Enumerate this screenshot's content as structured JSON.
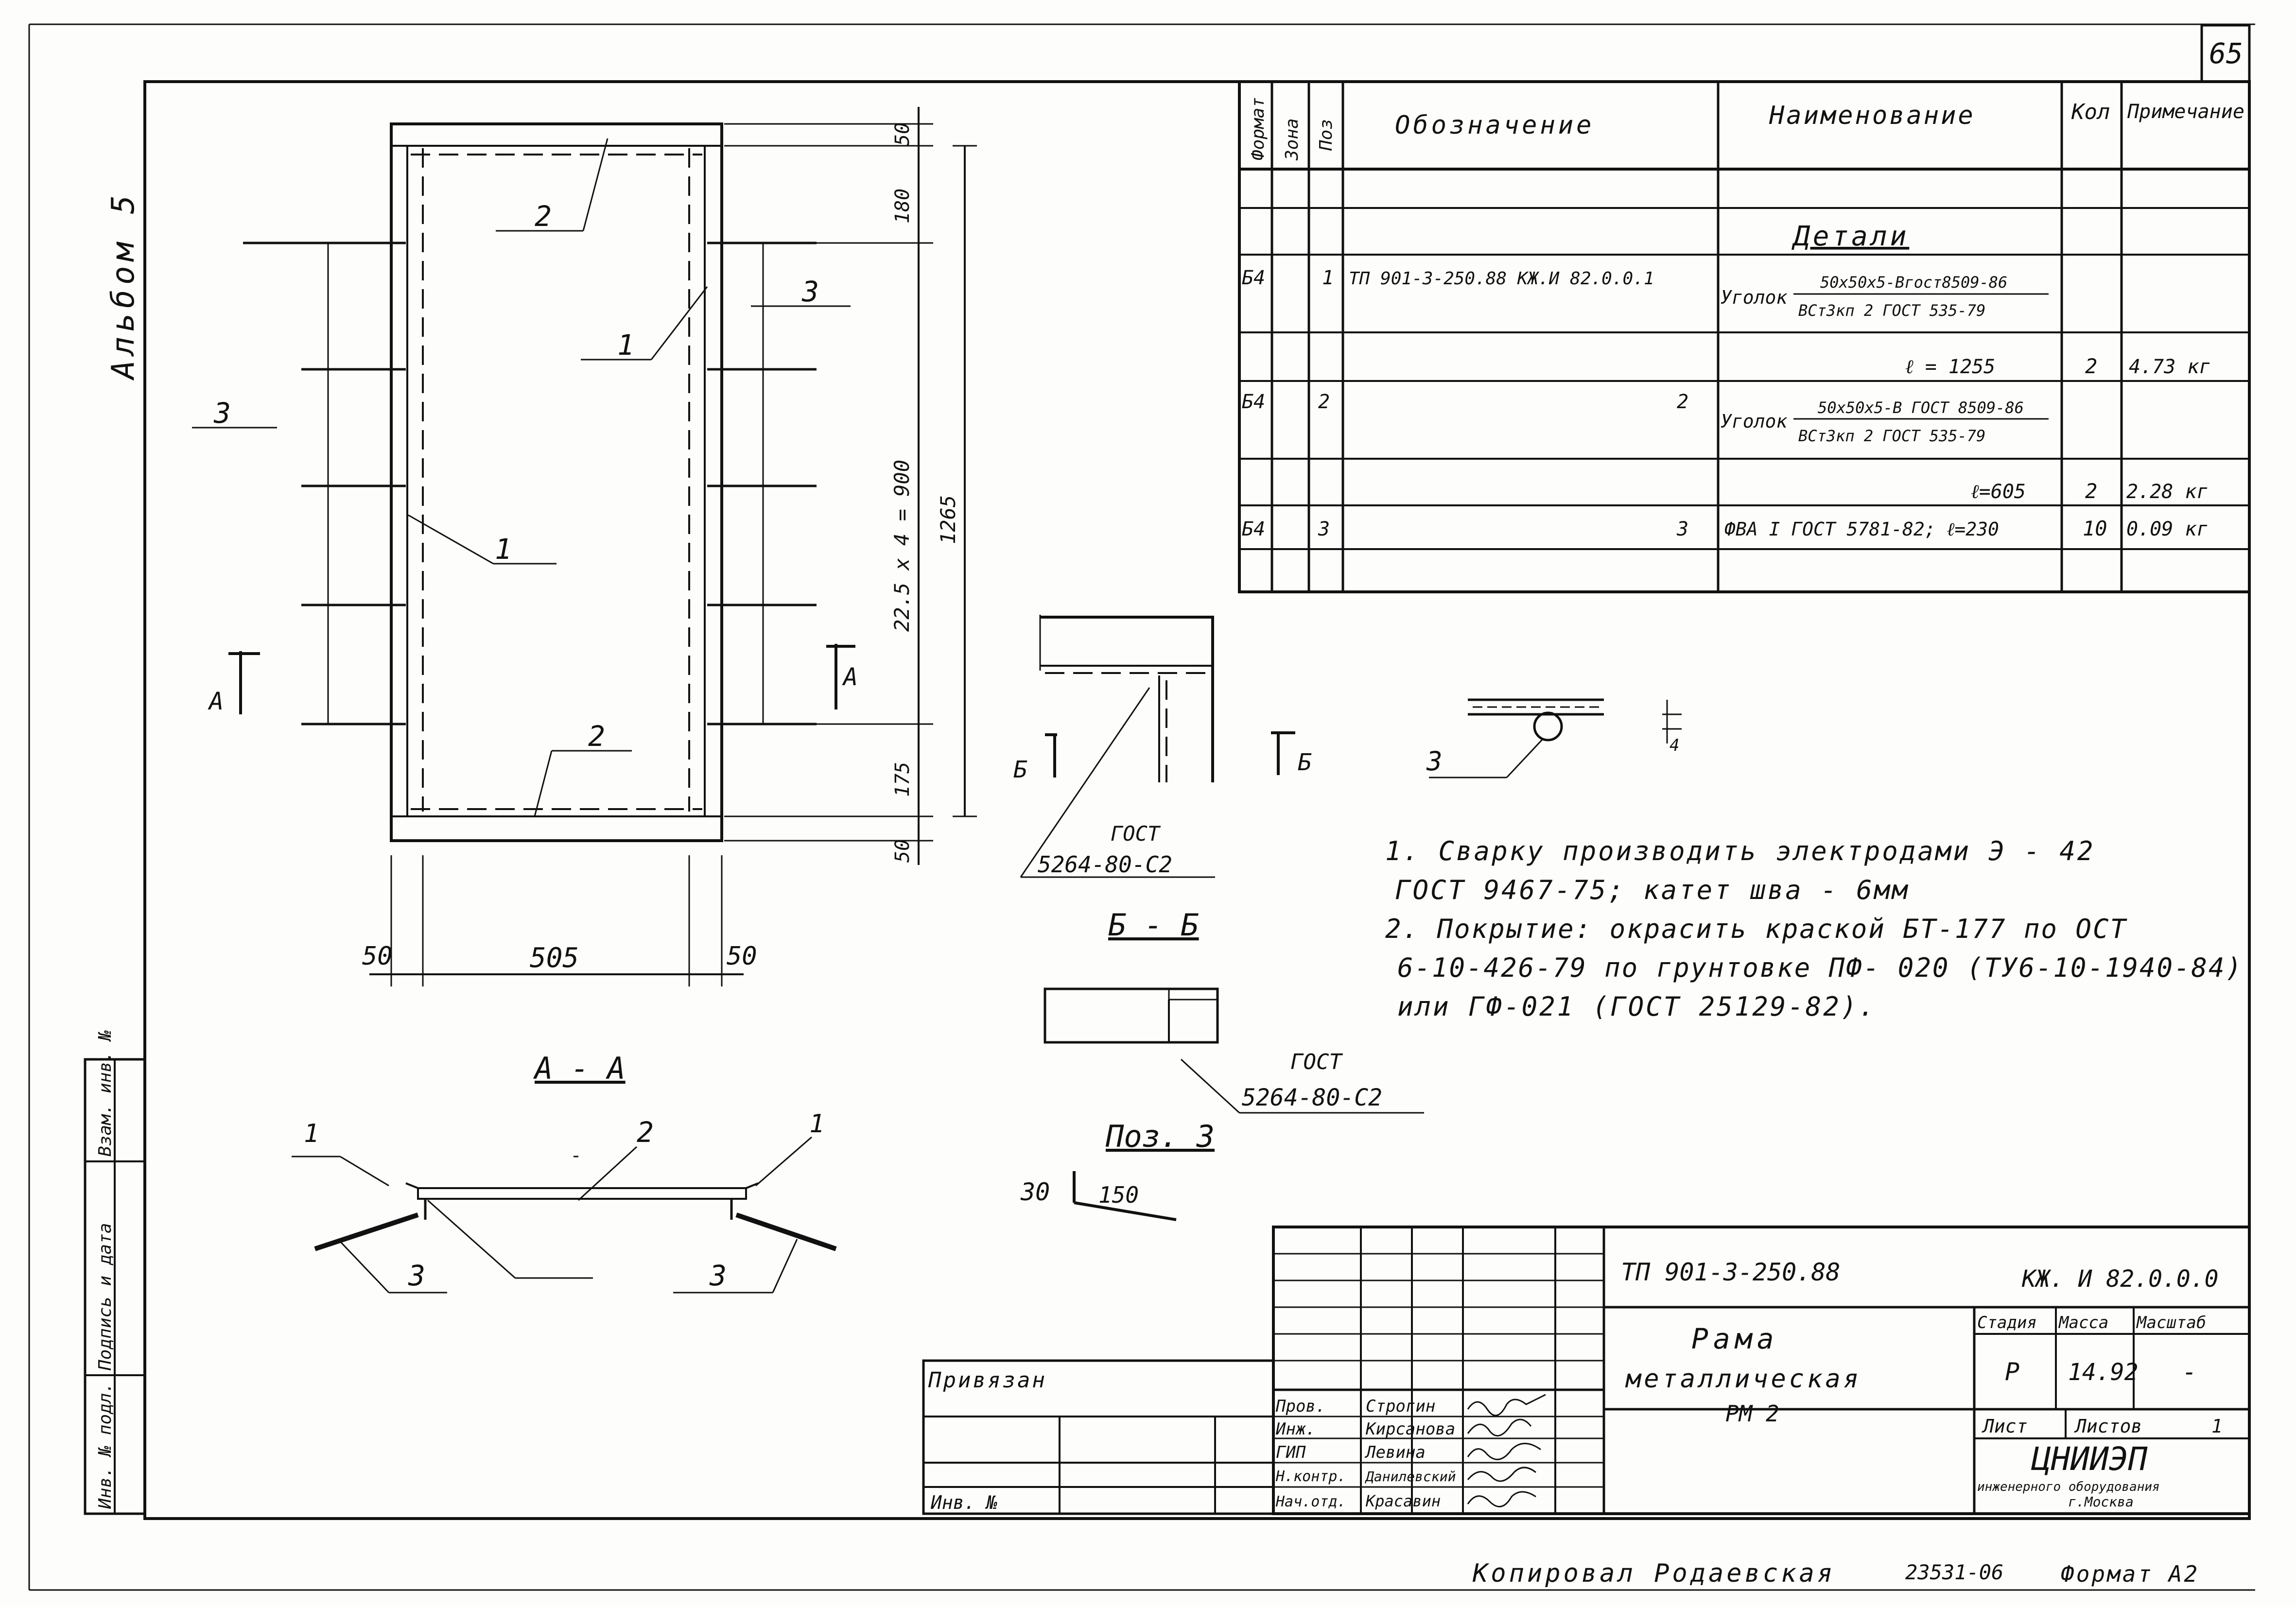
{
  "page_number": "65",
  "album": "Альбом 5",
  "spec_table": {
    "headers": {
      "format": "Формат",
      "zone": "Зона",
      "pos": "Поз",
      "designation": "Обозначение",
      "name": "Наименование",
      "qty": "Кол",
      "note": "Примечание"
    },
    "section_title": "Детали",
    "rows": [
      {
        "format": "Б4",
        "pos": "1",
        "designation": "ТП 901-3-250.88 КЖ.И 82.0.0.1",
        "name_prefix": "Уголок",
        "name_top": "50х50х5-Вгост8509-86",
        "name_bottom": "ВСт3кп 2 ГОСТ 535-79",
        "length": "ℓ = 1255",
        "qty": "2",
        "note": "4.73 кг"
      },
      {
        "format": "Б4",
        "pos": "2",
        "designation": "2",
        "name_prefix": "Уголок",
        "name_top": "50х50х5-В ГОСТ 8509-86",
        "name_bottom": "ВСт3кп 2 ГОСТ 535-79",
        "length": "ℓ=605",
        "qty": "2",
        "note": "2.28 кг"
      },
      {
        "format": "Б4",
        "pos": "3",
        "designation": "3",
        "name": "ФВА I ГОСТ 5781-82; ℓ=230",
        "qty": "10",
        "note": "0.09 кг"
      }
    ]
  },
  "drawing": {
    "dims_right": [
      "50",
      "180",
      "22.5 х 4 = 900",
      "1265",
      "175",
      "50"
    ],
    "dims_bottom": [
      "50",
      "505",
      "50"
    ],
    "callouts": [
      "1",
      "2",
      "3",
      "2",
      "1",
      "3",
      "2"
    ],
    "section_marks": {
      "a_left": "А",
      "a_right": "А",
      "b_left": "Б",
      "b_right": "Б"
    },
    "section_aa": "А - А",
    "section_bb": "Б - Б",
    "poz3": "Поз. 3",
    "poz3_dims": {
      "a": "30",
      "b": "150"
    },
    "gost_weld_1": {
      "line1": "ГОСТ",
      "line2": "5264-80-С2"
    },
    "gost_weld_2": {
      "line1": "ГОСТ",
      "line2": "5264-80-С2"
    },
    "aa_callouts": [
      "1",
      "2",
      "1",
      "3",
      "3"
    ],
    "weld_mark": "3",
    "weld_dim": "4"
  },
  "notes": [
    "1. Сварку производить электродами Э - 42",
    "ГОСТ 9467-75;   катет шва - 6мм",
    "2. Покрытие: окрасить краской БТ-177 по ОСТ",
    "6-10-426-79 по грунтовке ПФ- 020 (ТУ6-10-1940-84)",
    "или ГФ-021 (ГОСТ 25129-82)."
  ],
  "title_block": {
    "project_code": "ТП 901-3-250.88",
    "sheet_code": "КЖ. И 82.0.0.0",
    "title_lines": [
      "Рама",
      "металлическая",
      "РМ 2"
    ],
    "stage_label": "Стадия",
    "mass_label": "Масса",
    "scale_label": "Масштаб",
    "stage_value": "Р",
    "mass_value": "14.92",
    "scale_value": "-",
    "sheet_label": "Лист",
    "sheets_label": "Листов",
    "sheets_value": "1",
    "org_name": "ЦНИИЭП",
    "org_sub": "инженерного оборудования",
    "org_city": "г.Москва",
    "bound_label": "Привязан",
    "inv_label": "Инв. №",
    "roles": [
      {
        "role": "Пров.",
        "name": "Строгин"
      },
      {
        "role": "Инж.",
        "name": "Кирсанова"
      },
      {
        "role": "ГИП",
        "name": "Левина"
      },
      {
        "role": "Н.контр.",
        "name": "Данилевский"
      },
      {
        "role": "Нач.отд.",
        "name": "Красавин"
      }
    ]
  },
  "side_stamp": [
    "Инв. № подл.",
    "Подпись и дата",
    "Взам. инв. №"
  ],
  "footer": {
    "copied": "Копировал Родаевская",
    "number": "23531-06",
    "format": "Формат А2"
  }
}
